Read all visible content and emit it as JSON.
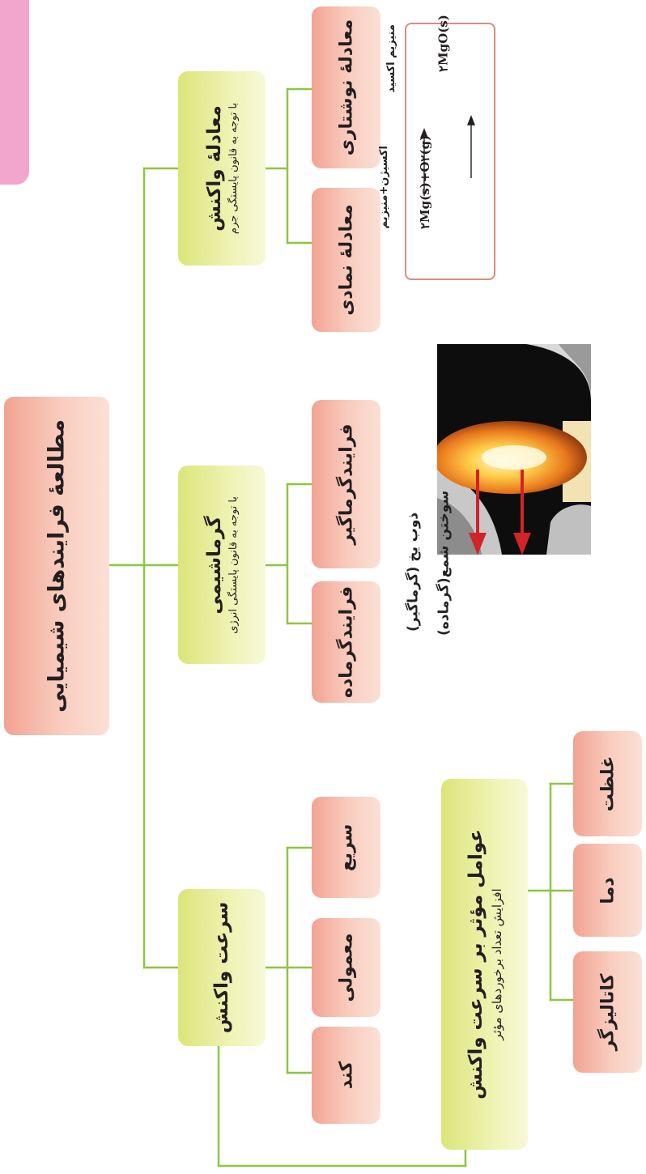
{
  "title": "مطالعهٔ فرایندهای شیمیایی",
  "branches": {
    "rate": {
      "title": "سرعت واکنش",
      "children": [
        "کند",
        "معمولی",
        "سریع"
      ],
      "factors": {
        "title": "عوامل مؤثر بر سرعت واکنش",
        "subtitle": "افزایش تعداد برخوردهای مؤثر",
        "children": [
          "کاتالیزگر",
          "دما",
          "غلظت"
        ]
      }
    },
    "thermo": {
      "title": "گرماشیمی",
      "subtitle": "با توجه به قانون پایستگی انرژی",
      "children": [
        "فرایندگرماده",
        "فرایندگرماگیر"
      ]
    },
    "equation": {
      "title": "معادلهٔ واکنش",
      "subtitle": "با توجه به قانون پایستگی جرم",
      "children": [
        "معادلهٔ نمادی",
        "معادلهٔ نوشتاری"
      ]
    }
  },
  "example": {
    "word_equation_reactants": "اکسیژن+منیزیم",
    "word_equation_product": "منیزیم اکسید",
    "symbolic_equation_reactants": "۲Mg(s)+O۲(g)",
    "symbolic_equation_product": "۲MgO(s)"
  },
  "photo_labels": {
    "ice": "ذوب یخ (گرماگیر)",
    "candle": "سوختن شمع(گرماده)"
  },
  "colors": {
    "pink_box": "#f7bcab",
    "yellow_box": "#e8ef9e",
    "connector": "#8dc63f",
    "arrow": "#d2232a",
    "side_tab": "#f3a6cd"
  }
}
